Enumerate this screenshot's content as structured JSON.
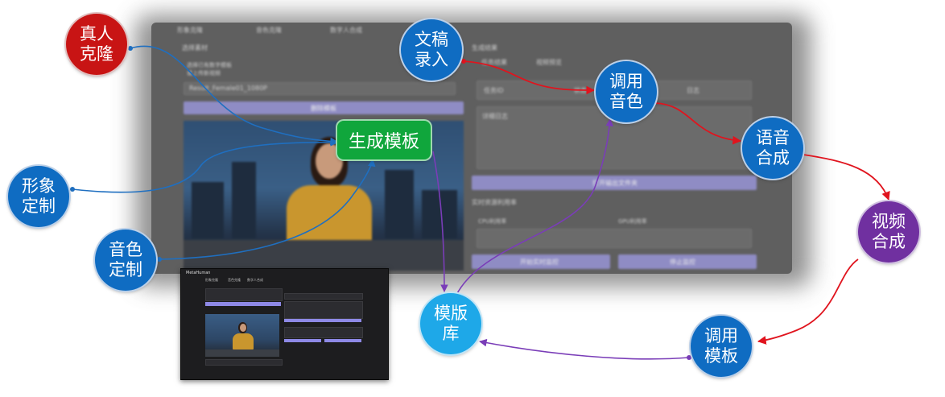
{
  "nodes": {
    "real_clone": {
      "line1": "真人",
      "line2": "克隆"
    },
    "image_custom": {
      "line1": "形象",
      "line2": "定制"
    },
    "voice_custom": {
      "line1": "音色",
      "line2": "定制"
    },
    "script_input": {
      "line1": "文稿",
      "line2": "录入"
    },
    "call_voice": {
      "line1": "调用",
      "line2": "音色"
    },
    "speech_synth": {
      "line1": "语音",
      "line2": "合成"
    },
    "video_synth": {
      "line1": "视频",
      "line2": "合成"
    },
    "call_template": {
      "line1": "调用",
      "line2": "模板"
    },
    "template_lib": {
      "line1": "模版",
      "line2": "库"
    },
    "generate_template": "生成模板"
  },
  "background_app": {
    "tabs": [
      "形象克隆",
      "音色克隆",
      "数字人合成"
    ],
    "left_section_title": "选择素材",
    "left_hint1": "选择已有数字模板",
    "left_hint2": "或上传新视频",
    "select_value": "Result_Female01_1080P",
    "delete_button": "删除模板",
    "right_section_title": "生成结果",
    "right_tab1": "任务结果",
    "right_tab2": "视频预览",
    "table_header": [
      "任务ID",
      "状态",
      "进度",
      "日志"
    ],
    "log_label": "详细日志",
    "open_folder_button": "打开输出文件夹",
    "monitor_title": "实时资源利用率",
    "cpu_label": "CPU利用率",
    "gpu_label": "GPU利用率",
    "start_monitor_button": "开始实时监控",
    "stop_monitor_button": "停止监控"
  },
  "thumbnail": {
    "app_title": "MetaHuman",
    "tabs": [
      "形象克隆",
      "音色克隆",
      "数字人合成"
    ]
  },
  "colors": {
    "arrow_red": "#e0141e",
    "arrow_blue": "#1f6fc0",
    "arrow_purple": "#7a3db8"
  }
}
